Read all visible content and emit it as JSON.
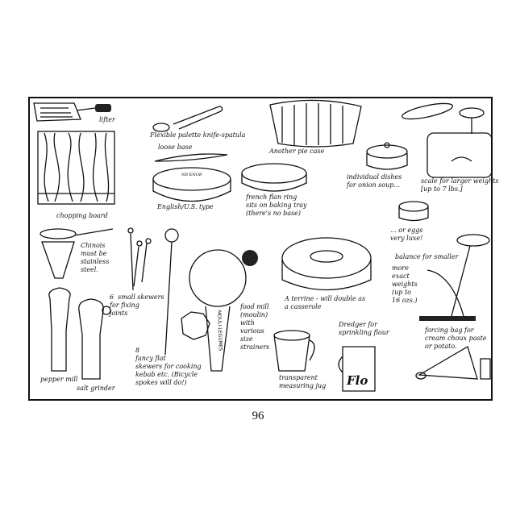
{
  "page_number": "96",
  "labels": {
    "lifter": "lifter",
    "palette_knife": "Flexible palette knife-spatula",
    "loose_base": "loose base",
    "ring_stamp": "NB KNOB",
    "english_type": "English/U.S. type",
    "chopping_board": "chopping board",
    "flan_ring": "french flan ring\nsits on baking tray\n(there's no base)",
    "pie_case": "Another pie case",
    "onion_soup": "individual dishes\nfor onion soup...",
    "scale": "scale for larger weights\n[up to 7 lbs.]",
    "eggs": "... or eggs\nvery luxe!",
    "balance": "balance for smaller",
    "exact_weights": "more\nexact\nweights\n(up to\n16 ozs.)",
    "chinois": "Chinois\nmust be\nstainless\nsteel.",
    "small_skewers": "6  small skewers\nfor fixing\njoints",
    "food_mill": "food mill\n(moulin)\nwith\nvarious\nsize\nstrainers",
    "terrine": "A terrine - will double as\na casserole",
    "dredger": "Dredger for\nsprinkling flour",
    "forcing_bag": "forcing bag for\ncream choux paste\nor potato.",
    "jug": "transparent\nmeasuring jug",
    "flat_skewers": "8\nfancy flat\nskewers for cooking\nkebab etc. (Bicycle\nspokes will do!)",
    "pepper_mill": "pepper mill",
    "salt_grinder": "salt grinder"
  },
  "logos": {
    "dredger_text": "Flo",
    "food_mill_brand": "MOULI-LEGUMES"
  }
}
